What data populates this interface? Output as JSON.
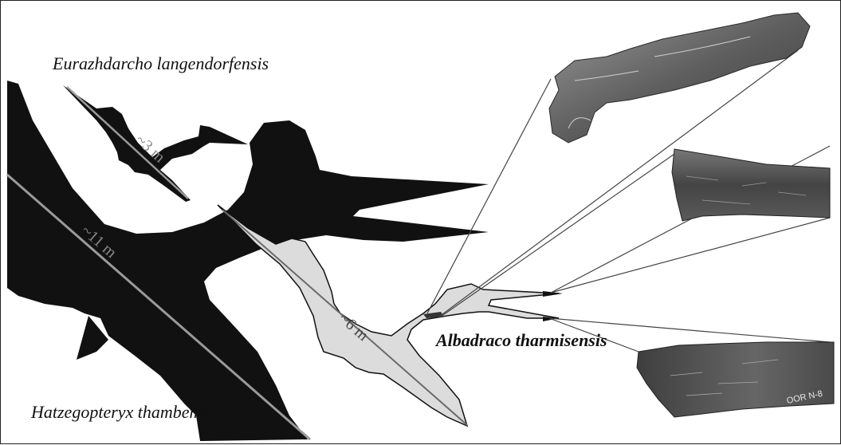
{
  "species": {
    "eurazhdarcho": "Eurazhdarcho langendorfensis",
    "hatzegopteryx": "Hatzegopteryx thambema",
    "albadraco": "Albadraco tharmisensis"
  },
  "scale_labels": {
    "small": "~3 m",
    "large": "~11 m",
    "medium": "~6 m"
  },
  "specimen_label": "OOR N-8",
  "colors": {
    "silhouette_dark": "#111111",
    "silhouette_light": "#dcdcdc",
    "scale_line": "#9a9a9a",
    "bone_photo": "#5a5a5a"
  }
}
